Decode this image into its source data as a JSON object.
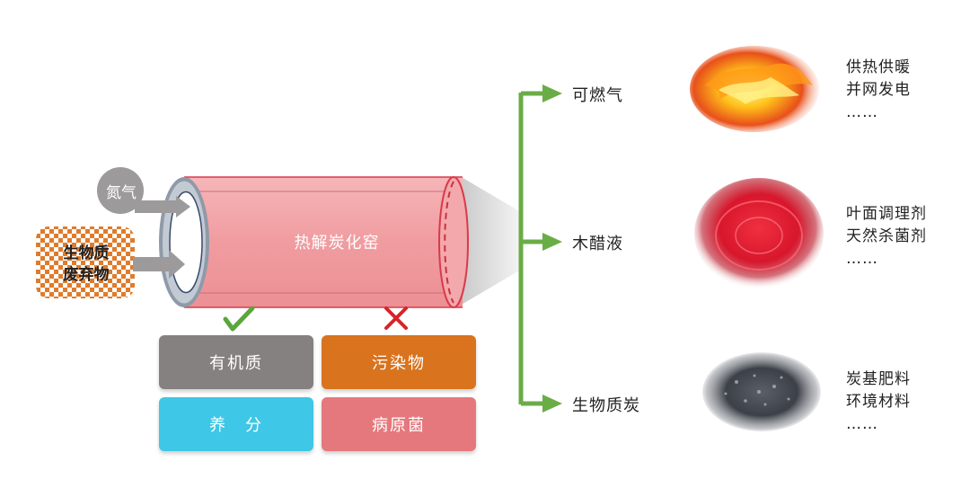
{
  "inputs": {
    "gas": "氮气",
    "biomass_line1": "生物质",
    "biomass_line2": "废弃物"
  },
  "kiln": {
    "label": "热解炭化窑"
  },
  "retained": {
    "box1": "有机质",
    "box2": "养　分"
  },
  "removed": {
    "box1": "污染物",
    "box2": "病原菌"
  },
  "outputs": [
    {
      "name": "可燃气",
      "uses": [
        "供热供暖",
        "并网发电",
        "……"
      ]
    },
    {
      "name": "木醋液",
      "uses": [
        "叶面调理剂",
        "天然杀菌剂",
        "……"
      ]
    },
    {
      "name": "生物质炭",
      "uses": [
        "炭基肥料",
        "环境材料",
        "……"
      ]
    }
  ],
  "colors": {
    "kiln": "#f0a0a4",
    "kiln_edge": "#d93a4b",
    "branch_green": "#6aac46",
    "retained_1": "#858181",
    "retained_2": "#3ec7e6",
    "removed_1": "#d9731e",
    "removed_2": "#e5787c",
    "check": "#5aa63c",
    "cross": "#d8232a"
  },
  "icons": {
    "check": "check-icon",
    "cross": "cross-icon"
  }
}
